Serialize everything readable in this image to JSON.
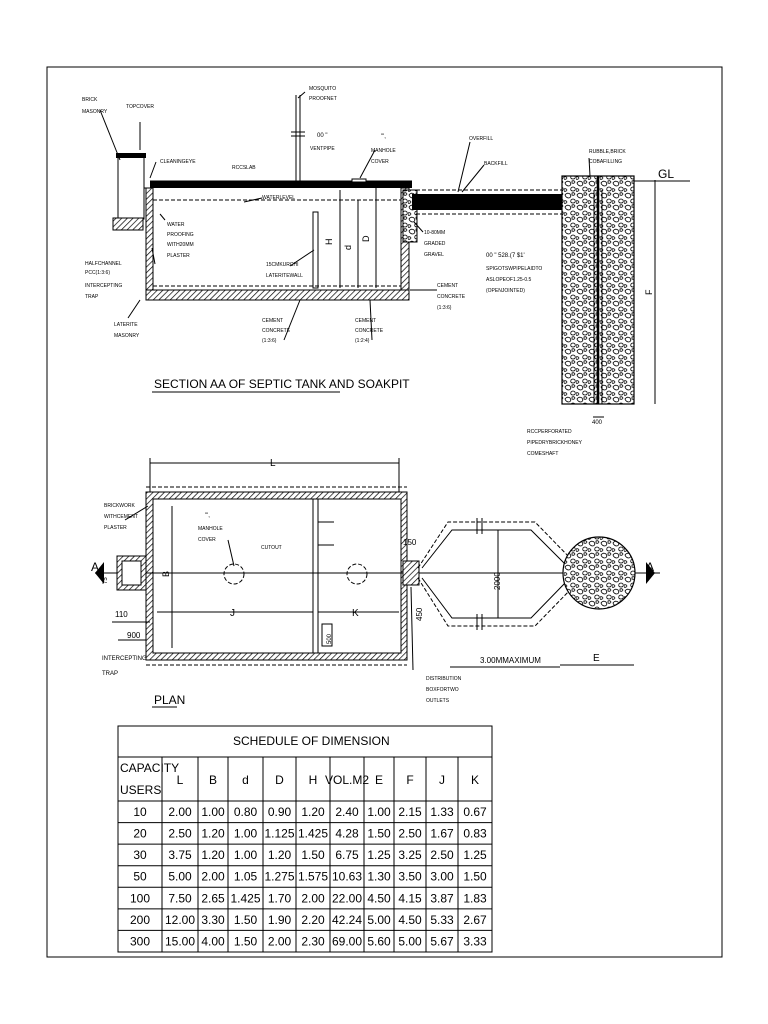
{
  "section": {
    "title": "SECTION AA OF SEPTIC TANK AND SOAKPIT",
    "labels": {
      "brick_masonry": [
        "BRICK",
        "MASONRY"
      ],
      "top_cover": "TOPCOVER",
      "cleaning_eye": "CLEANINGEYE",
      "rcc_slab": "RCCSLAB",
      "mosquito": [
        "MOSQUITO",
        "PROOFNET"
      ],
      "vent_code": "00 \"",
      "vent_pipe": "VENTPIPE",
      "manhole_mark": "\"',",
      "manhole_cover": [
        "MANHOLE",
        "COVER"
      ],
      "overfill": "OVERFILL",
      "backfill": "BACKFILL",
      "rubble": [
        "RUBBLE,BRICK",
        "COBAFILLING"
      ],
      "gl": "GL",
      "water_level": "WATERLEVEL",
      "water_proofing": [
        "WATER",
        "PROOFING",
        "WITH20MM",
        "PLASTER"
      ],
      "half_channel": [
        "HALFCHANNEL",
        "PCC(1:3:6)"
      ],
      "intercepting_trap": [
        "INTERCEPTING",
        "TRAP"
      ],
      "laterite": [
        "LATERITE",
        "MASONRY"
      ],
      "kurchi": [
        "15CMKURCHI",
        "LATERITEWALL"
      ],
      "cement_136_a": [
        "CEMENT",
        "CONCRETE",
        "(1:3:6)"
      ],
      "cement_124": [
        "CEMENT",
        "CONCRETE",
        "(1:2:4)"
      ],
      "cement_136_b": [
        "CEMENT",
        "CONCRETE",
        "(1:3:6)"
      ],
      "gravel": [
        "10-80MM",
        "GRADED",
        "GRAVEL"
      ],
      "pipe_code": "00 \" 528.(7 $1'",
      "spigot": [
        "SPIGOTSWPIPELAIDTO",
        "ASLOPEOF1.25-0.5",
        "(OPENJOINTED)"
      ],
      "rcc_shaft": [
        "RCCPERFORATED",
        "PIPEDRYBRICKHONEY",
        "COMESHAFT"
      ],
      "dim_h": "H",
      "dim_d": "d",
      "dim_D": "D",
      "dim_f": "F",
      "dim_400": "400"
    }
  },
  "plan": {
    "title": "PLAN",
    "labels": {
      "dim_L": "L",
      "brickwork": [
        "BRICKWORK",
        "WITHCEMENT",
        "PLASTER"
      ],
      "manhole_mark": "\"',",
      "manhole_cover": [
        "MANHOLE",
        "COVER"
      ],
      "cutout": "CUTOUT",
      "dim_B": "B",
      "dim_J": "J",
      "dim_K": "K",
      "section_a": "A",
      "dim_75": "75",
      "dim_110": "110",
      "dim_900": "900",
      "dim_150": "150",
      "dim_450": "450",
      "dim_2000": "2000",
      "dim_500": "500",
      "intercepting_trap": [
        "INTERCEPTING",
        "TRAP"
      ],
      "distribution": [
        "DISTRIBUTION",
        "BOXFORTWO",
        "OUTLETS"
      ],
      "max_distance": "3.00MMAXIMUM",
      "dim_E": "E"
    }
  },
  "schedule": {
    "title": "SCHEDULE OF DIMENSION",
    "headers": [
      "CAPACITY USERS",
      "L",
      "B",
      "d",
      "D",
      "H",
      "VOL.M2",
      "E",
      "F",
      "J",
      "K"
    ],
    "rows": [
      [
        "10",
        "2.00",
        "1.00",
        "0.80",
        "0.90",
        "1.20",
        "2.40",
        "1.00",
        "2.15",
        "1.33",
        "0.67"
      ],
      [
        "20",
        "2.50",
        "1.20",
        "1.00",
        "1.125",
        "1.425",
        "4.28",
        "1.50",
        "2.50",
        "1.67",
        "0.83"
      ],
      [
        "30",
        "3.75",
        "1.20",
        "1.00",
        "1.20",
        "1.50",
        "6.75",
        "1.25",
        "3.25",
        "2.50",
        "1.25"
      ],
      [
        "50",
        "5.00",
        "2.00",
        "1.05",
        "1.275",
        "1.575",
        "10.63",
        "1.30",
        "3.50",
        "3.00",
        "1.50"
      ],
      [
        "100",
        "7.50",
        "2.65",
        "1.425",
        "1.70",
        "2.00",
        "22.00",
        "4.50",
        "4.15",
        "3.87",
        "1.83"
      ],
      [
        "200",
        "12.00",
        "3.30",
        "1.50",
        "1.90",
        "2.20",
        "42.24",
        "5.00",
        "4.50",
        "5.33",
        "2.67"
      ],
      [
        "300",
        "15.00",
        "4.00",
        "1.50",
        "2.00",
        "2.30",
        "69.00",
        "5.60",
        "5.00",
        "5.67",
        "3.33"
      ]
    ]
  }
}
